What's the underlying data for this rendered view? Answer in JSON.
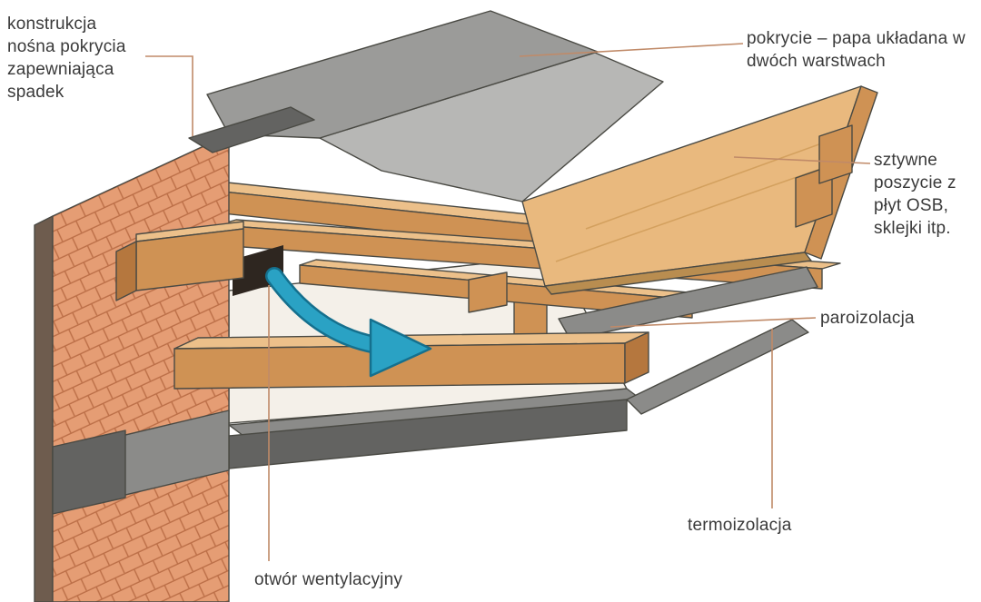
{
  "labels": {
    "support_structure": "konstrukcja nośna pokrycia zapewniająca spadek",
    "covering": "pokrycie – papa układana w dwóch warstwach",
    "sheathing": "sztywne poszycie z płyt OSB, sklejki itp.",
    "vapor_barrier": "paroizolacja",
    "thermal_insulation": "termoizolacja",
    "vent_opening": "otwór wentylacyjny"
  },
  "colors": {
    "background": "#ffffff",
    "text": "#3a3a3a",
    "leader_line": "#c08a68",
    "outline": "#4a4a44",
    "arrow_fill": "#2aa2c4",
    "arrow_edge": "#15708e",
    "brick_fill": "#e59d74",
    "brick_line": "#ad5f38",
    "wall_side": "#6e5c4e",
    "concrete_dark": "#636361",
    "concrete_mid": "#8b8b89",
    "covering_dark": "#9b9b99",
    "covering_light": "#b7b7b5",
    "osb_fill": "#e9b97e",
    "osb_edge": "#b98d50",
    "osb_line": "#d3a05e",
    "wood_top": "#ecc08a",
    "wood_front": "#cf9254",
    "wood_end": "#b5773e",
    "plaster": "#f4f0e9",
    "vent_dark": "#2e2620"
  }
}
